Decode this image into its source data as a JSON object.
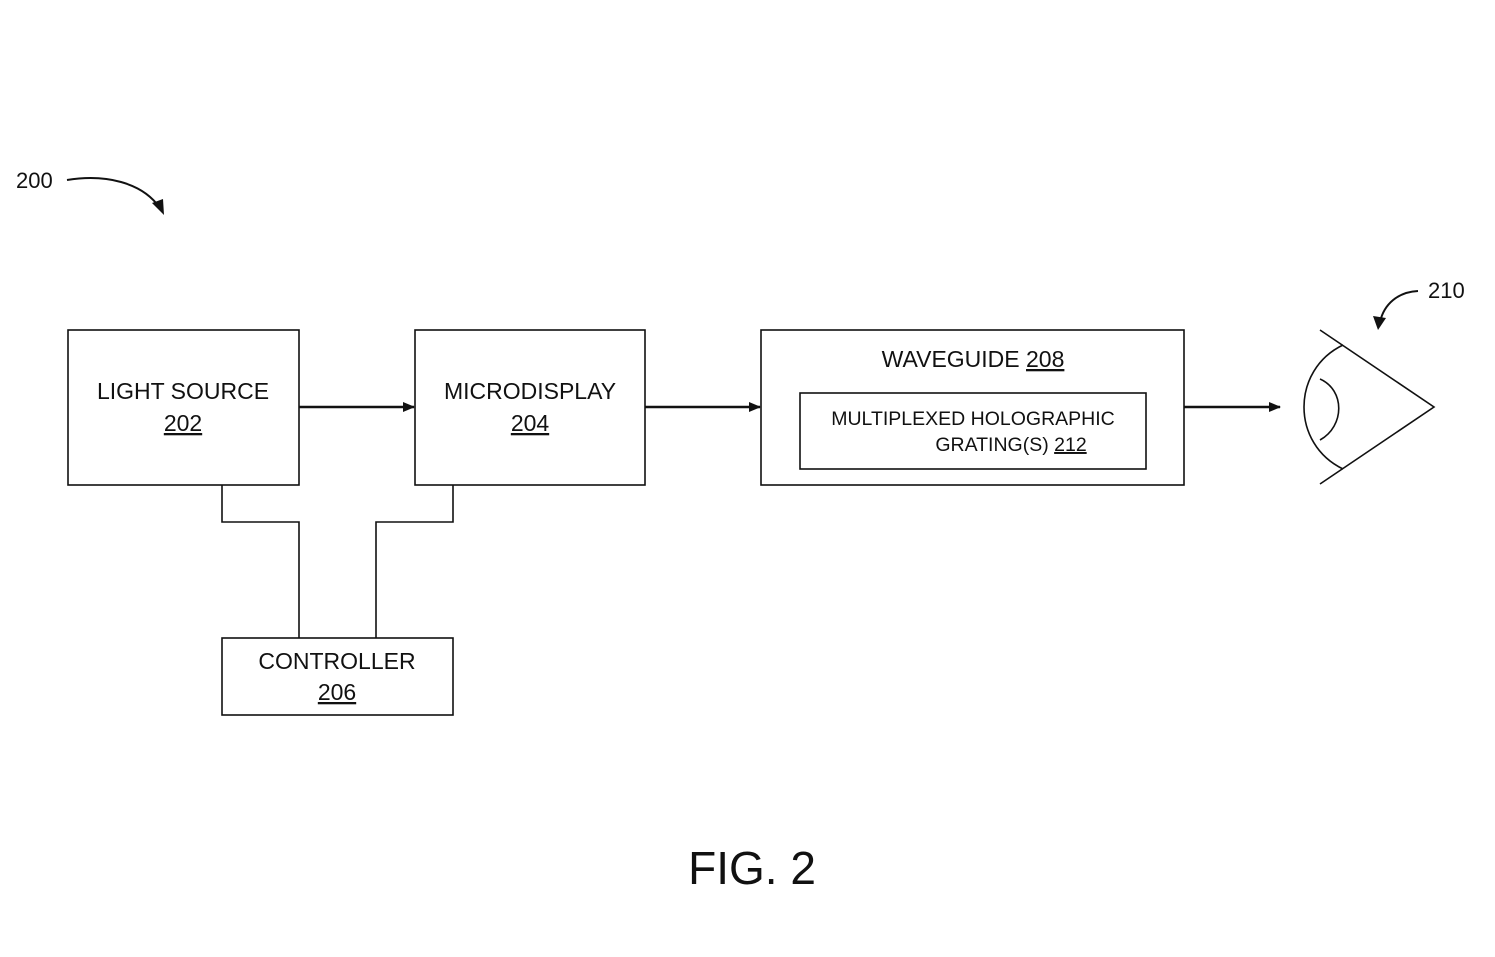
{
  "figure_ref": "200",
  "eye_ref": "210",
  "blocks": {
    "light_source": {
      "label": "LIGHT SOURCE",
      "ref": "202"
    },
    "microdisplay": {
      "label": "MICRODISPLAY",
      "ref": "204"
    },
    "controller": {
      "label": "CONTROLLER",
      "ref": "206"
    },
    "waveguide": {
      "label": "WAVEGUIDE",
      "ref": "208"
    },
    "grating": {
      "label_line1": "MULTIPLEXED HOLOGRAPHIC",
      "label_line2": "GRATING(S)",
      "ref": "212"
    }
  },
  "caption": "FIG. 2",
  "colors": {
    "line": "#111111",
    "background": "#ffffff"
  }
}
